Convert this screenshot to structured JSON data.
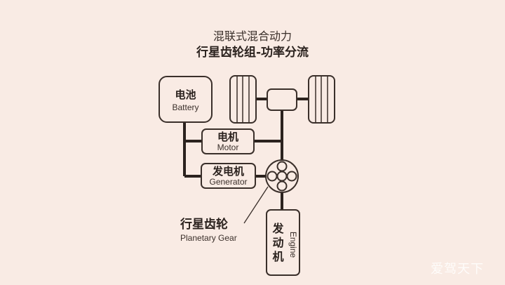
{
  "title": {
    "line1": "混联式混合动力",
    "line2": "行星齿轮组-功率分流"
  },
  "battery": {
    "cn": "电池",
    "en": "Battery"
  },
  "motor": {
    "cn": "电机",
    "en": "Motor"
  },
  "generator": {
    "cn": "发电机",
    "en": "Generator"
  },
  "planetary_gear": {
    "cn": "行星齿轮",
    "en": "Planetary Gear"
  },
  "engine": {
    "cn": "发动机",
    "en": "Engine"
  },
  "watermark": "爱驾天下",
  "colors": {
    "background": "#f9ebe4",
    "line": "#2b221e"
  }
}
